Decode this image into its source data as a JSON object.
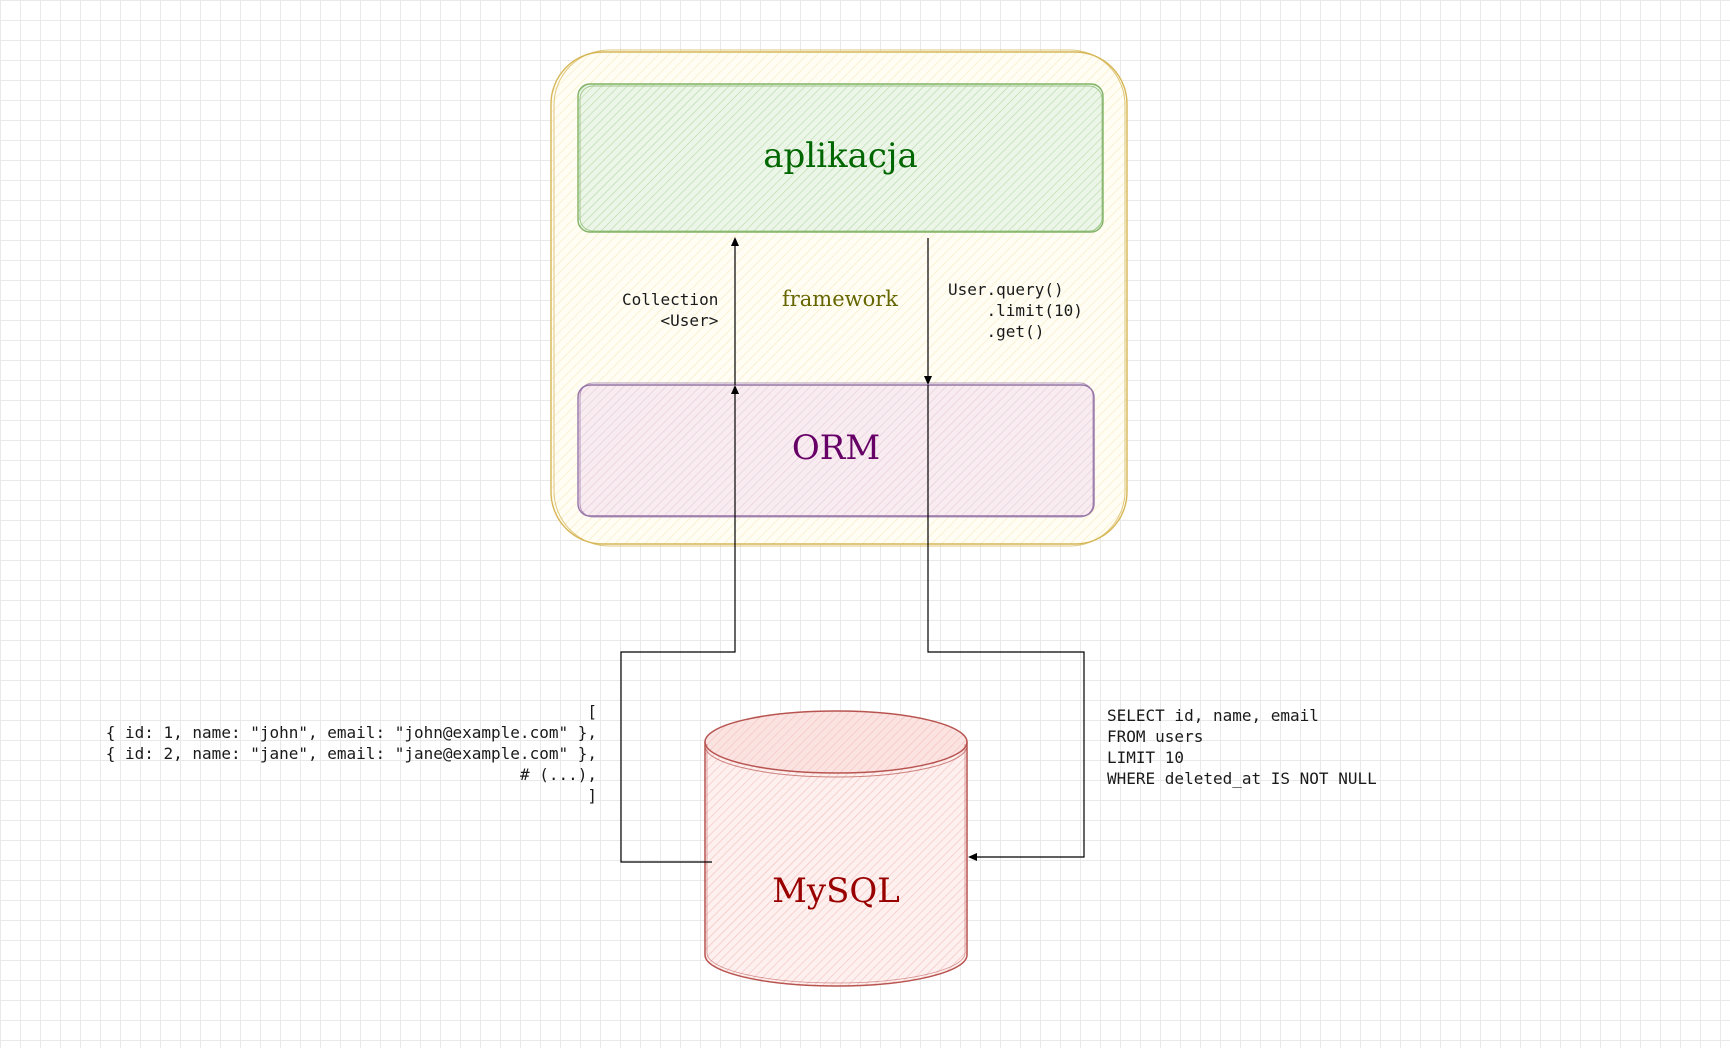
{
  "nodes": {
    "app": {
      "label": "aplikacja",
      "color": "#006600"
    },
    "framework": {
      "label": "framework",
      "color": "#666600"
    },
    "orm": {
      "label": "ORM",
      "color": "#660066"
    },
    "db": {
      "label": "MySQL",
      "color": "#990000"
    }
  },
  "edges": {
    "query_label": "User.query()\n    .limit(10)\n    .get()",
    "collection_label": "Collection\n    <User>",
    "sql_label": "SELECT id, name, email\nFROM users\nLIMIT 10\nWHERE deleted_at IS NOT NULL",
    "result_label": "[\n{ id: 1, name: \"john\", email: \"john@example.com\" },\n{ id: 2, name: \"jane\", email: \"jane@example.com\" },\n# (...),\n]"
  },
  "colors": {
    "framework_stroke": "#d6b656",
    "framework_fill": "#fff2cc",
    "app_stroke": "#82b366",
    "app_fill": "#d5e8d4",
    "orm_stroke": "#9673a6",
    "orm_fill": "#e1d5e7",
    "db_stroke": "#b85450",
    "db_fill": "#f8cecc",
    "edge": "#000000"
  }
}
